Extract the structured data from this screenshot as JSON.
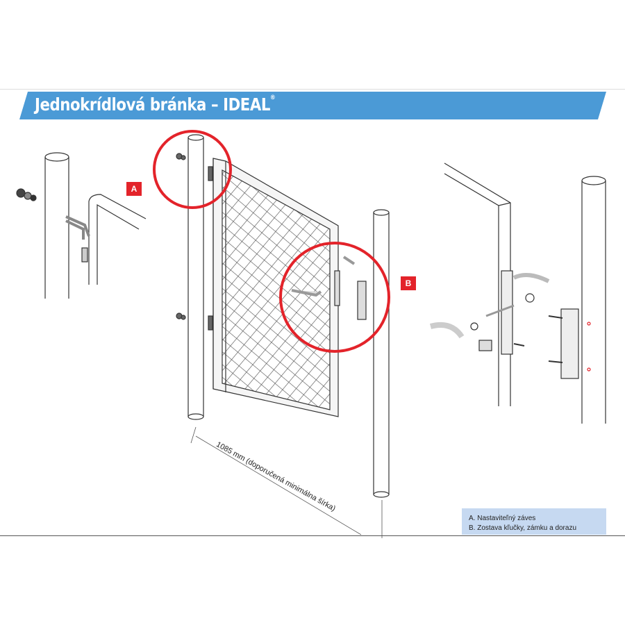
{
  "header": {
    "title": "Jednokrídlová bránka – IDEAL",
    "trademark": "®"
  },
  "labels": {
    "a": "A",
    "b": "B"
  },
  "dimension": "1085 mm (doporučená minimálna šírka)",
  "legend": {
    "items": [
      "A. Nastaviteľný záves",
      "B. Zostava kľučky, zámku a dorazu"
    ]
  },
  "colors": {
    "banner": "#4b9ad6",
    "highlight": "#e3232a",
    "legend_bg": "#c6d9f1"
  }
}
